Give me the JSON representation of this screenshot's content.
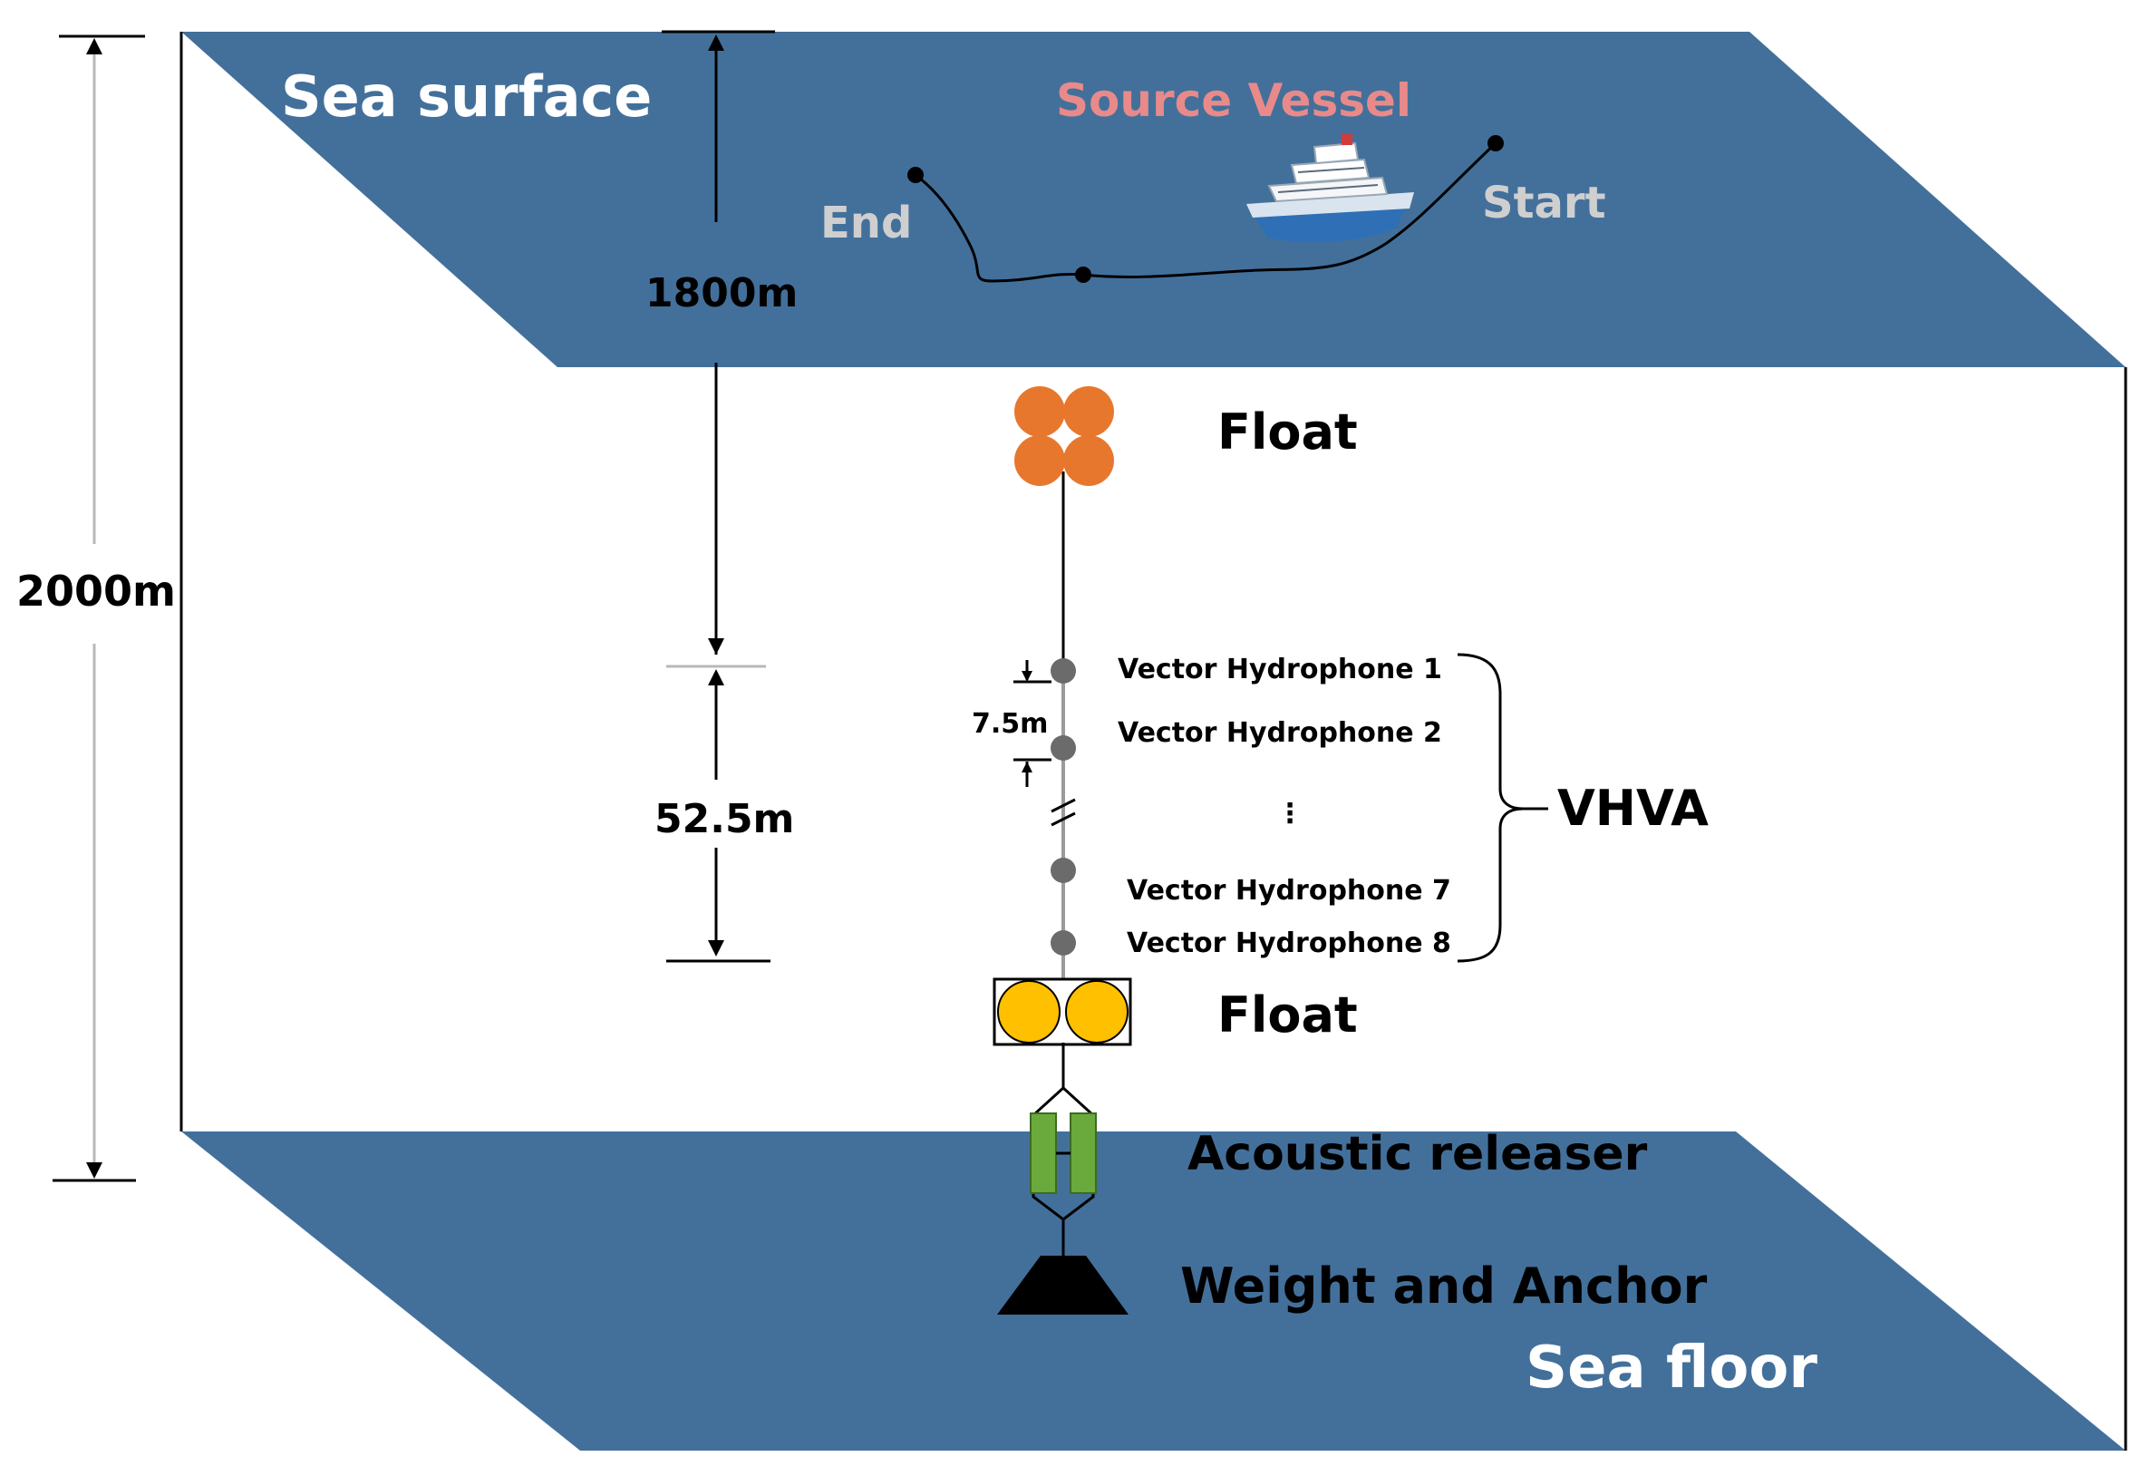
{
  "labels": {
    "sea_surface": "Sea surface",
    "sea_floor": "Sea floor",
    "source_vessel": "Source Vessel",
    "start": "Start",
    "end": "End",
    "depth_total": "2000m",
    "depth_array": "1800m",
    "array_length": "52.5m",
    "spacing": "7.5m",
    "float_top": "Float",
    "float_bottom": "Float",
    "acoustic_releaser": "Acoustic releaser",
    "weight_anchor": "Weight and Anchor",
    "vhva": "VHVA",
    "ellipsis": "⋮"
  },
  "hydrophones": [
    "Vector Hydrophone 1",
    "Vector Hydrophone 2",
    "Vector Hydrophone 7",
    "Vector Hydrophone 8"
  ],
  "colors": {
    "sea_plane": "#43709b",
    "float_top": "#e8772e",
    "float_bottom": "#ffc000",
    "releaser": "#6aaa3c",
    "hydrophone_node": "#6b6b6b",
    "anchor": "#000000",
    "vessel_label": "#e88a8a"
  },
  "icons": {
    "vessel": "ship-icon"
  }
}
